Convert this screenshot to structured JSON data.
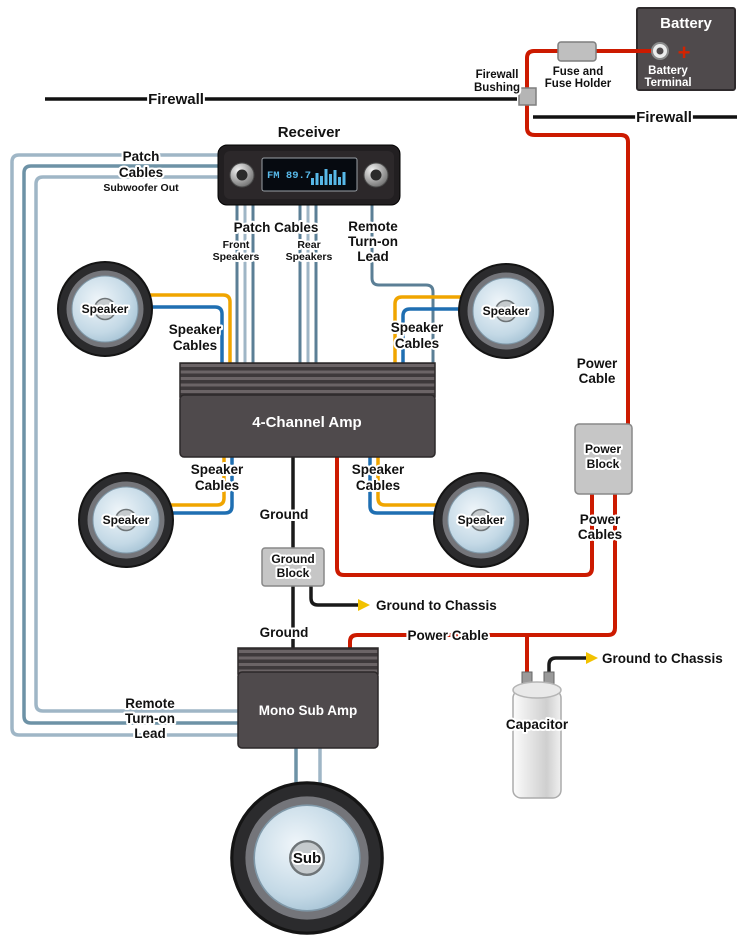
{
  "colors": {
    "power": "#cc1a00",
    "speaker_yellow": "#f0a500",
    "speaker_blue": "#1f6fb2",
    "patch_light": "#9fb6c6",
    "patch_dark": "#6d92a6",
    "signal": "#5b7f96",
    "ground": "#1a1a1a",
    "chassis_lug": "#f2c200",
    "dark_box": "#4f4a4c",
    "block_gray": "#c6c6c6",
    "lcd_blue": "#57b8e8"
  },
  "components": {
    "battery": {
      "title": "Battery",
      "terminal1": "Battery",
      "terminal2": "Terminal",
      "plus": "+"
    },
    "fuse": {
      "line1": "Fuse and",
      "line2": "Fuse Holder"
    },
    "bushing": {
      "line1": "Firewall",
      "line2": "Bushing"
    },
    "firewall_left": "Firewall",
    "firewall_right": "Firewall",
    "receiver": {
      "title": "Receiver",
      "display": "FM 89.7"
    },
    "amp4": "4-Channel Amp",
    "mono_amp": "Mono Sub Amp",
    "speaker": "Speaker",
    "sub": "Sub",
    "ground_block": {
      "line1": "Ground",
      "line2": "Block"
    },
    "power_block": {
      "line1": "Power",
      "line2": "Block"
    },
    "capacitor": "Capacitor"
  },
  "wires": {
    "patch_left": {
      "line1": "Patch",
      "line2": "Cables",
      "line3": "Subwoofer Out"
    },
    "patch_center": "Patch Cables",
    "front": {
      "line1": "Front",
      "line2": "Speakers"
    },
    "rear": {
      "line1": "Rear",
      "line2": "Speakers"
    },
    "remote": {
      "line1": "Remote",
      "line2": "Turn-on",
      "line3": "Lead"
    },
    "speaker_cables": {
      "line1": "Speaker",
      "line2": "Cables"
    },
    "power_cable": {
      "line1": "Power",
      "line2": "Cable"
    },
    "power_cables": {
      "line1": "Power",
      "line2": "Cables"
    },
    "power_cable_h": "Power Cable",
    "ground": "Ground",
    "ground_to_chassis": "Ground to Chassis"
  }
}
